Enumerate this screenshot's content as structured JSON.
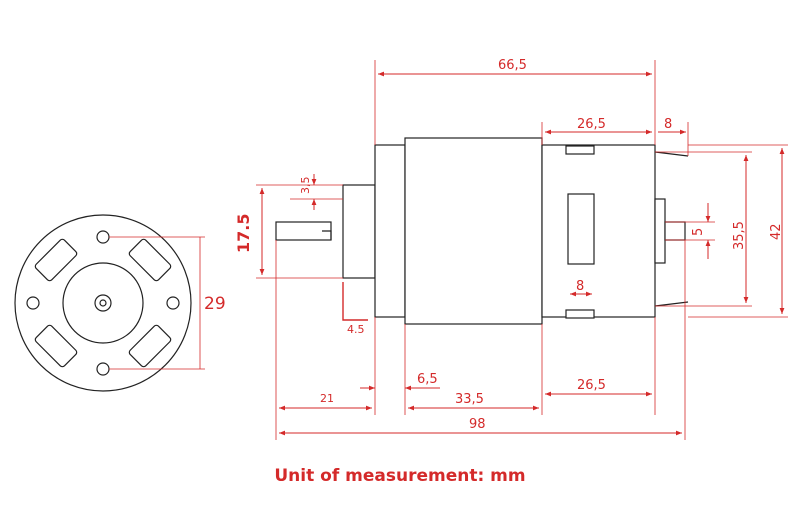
{
  "dimensions": {
    "overall_length": "66,5",
    "rear_section": "26,5",
    "rear_terminal": "8",
    "shaft_diameter_small": "3,5",
    "shaft_height": "17.5",
    "front_face": "29",
    "boss_offset": "4.5",
    "terminal_height": "5",
    "body_height_inner": "35,5",
    "body_height_outer": "42",
    "window_width": "8",
    "shaft_length": "21",
    "collar": "6,5",
    "mid_body": "33,5",
    "rear_body": "26,5",
    "total_length": "98"
  },
  "caption": "Unit of measurement: mm",
  "colors": {
    "dimension": "#d42a2a",
    "outline": "#222222"
  }
}
